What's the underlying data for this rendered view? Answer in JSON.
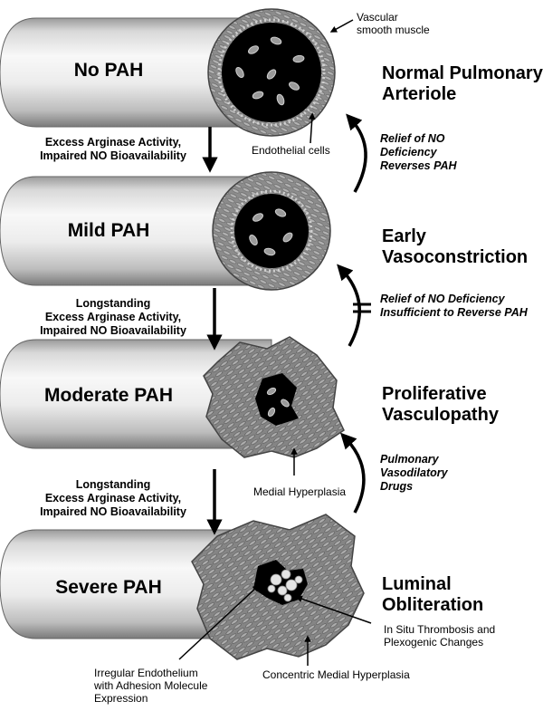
{
  "stages": [
    {
      "name": "No PAH",
      "description": "Normal Pulmonary\nArteriole"
    },
    {
      "name": "Mild PAH",
      "description": "Early\nVasoconstriction"
    },
    {
      "name": "Moderate PAH",
      "description": "Proliferative\nVasculopathy"
    },
    {
      "name": "Severe PAH",
      "description": "Luminal\nObliteration"
    }
  ],
  "transitions": [
    {
      "cause": "Excess Arginase Activity,\nImpaired NO Bioavailability"
    },
    {
      "cause": "Longstanding\nExcess Arginase Activity,\nImpaired NO Bioavailability"
    },
    {
      "cause": "Longstanding\nExcess Arginase Activity,\nImpaired NO Bioavailability"
    }
  ],
  "reversals": [
    {
      "text": "Relief of NO\nDeficiency\nReverses PAH",
      "blocked": false
    },
    {
      "text": "Relief of NO Deficiency\nInsufficient to Reverse PAH",
      "blocked": true
    },
    {
      "text": "Pulmonary\nVasodilatory\nDrugs",
      "blocked": false
    }
  ],
  "annotations": {
    "vascular_smooth_muscle": "Vascular\nsmooth muscle",
    "endothelial_cells": "Endothelial cells",
    "medial_hyperplasia": "Medial Hyperplasia",
    "in_situ_thrombosis": "In Situ Thrombosis and\nPlexogenic Changes",
    "irregular_endothelium": "Irregular Endothelium\nwith Adhesion Molecule\nExpression",
    "concentric_medial_hyperplasia": "Concentric Medial Hyperplasia"
  },
  "colors": {
    "tube_light": "#f4f4f4",
    "tube_dark": "#8f8f8f",
    "muscle": "#8a8a8a",
    "lumen": "#000000",
    "arrow": "#000000"
  }
}
